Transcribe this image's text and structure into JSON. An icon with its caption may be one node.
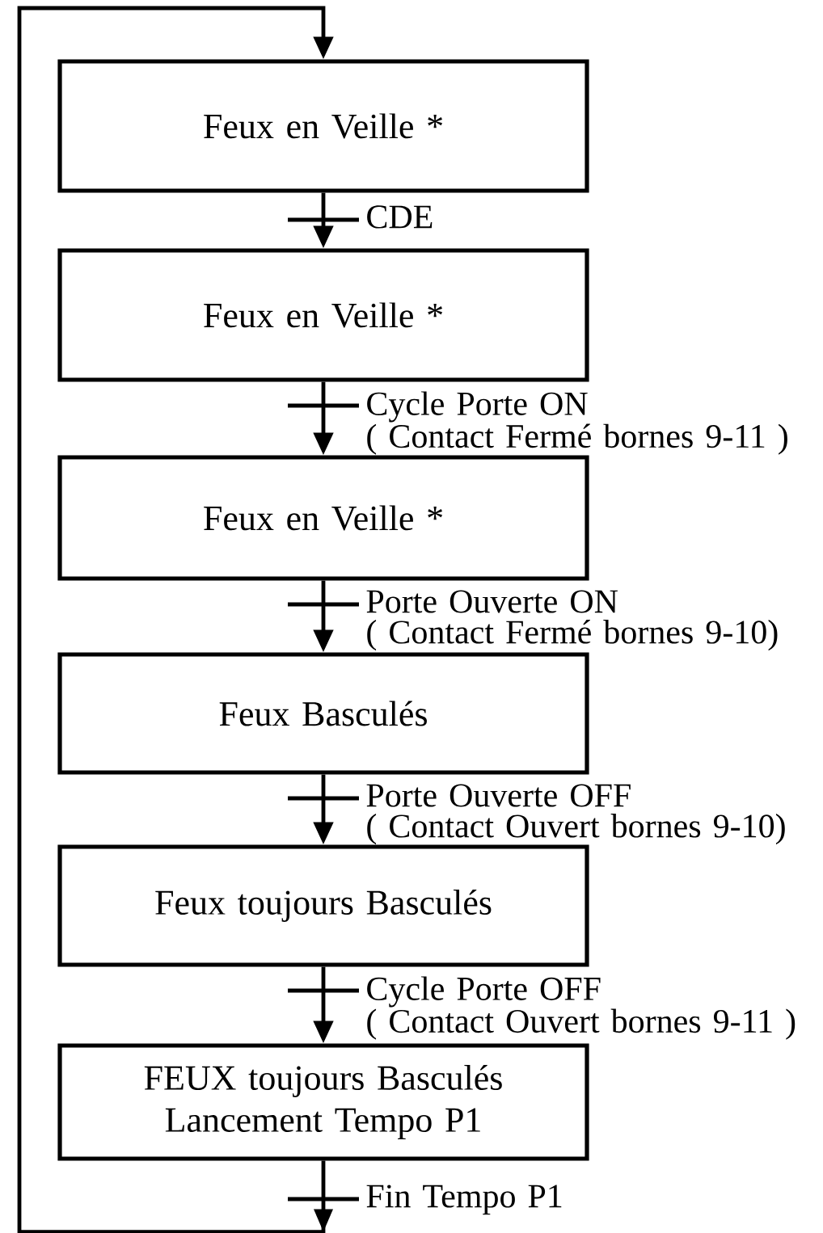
{
  "diagram": {
    "nodes": [
      {
        "text": [
          "Feux en Veille *"
        ]
      },
      {
        "text": [
          "Feux en Veille *"
        ]
      },
      {
        "text": [
          "Feux en Veille *"
        ]
      },
      {
        "text": [
          "Feux Basculés"
        ]
      },
      {
        "text": [
          "Feux toujours Basculés"
        ]
      },
      {
        "text": [
          "FEUX toujours Basculés Lancement Tempo P1"
        ]
      }
    ],
    "edges": [
      {
        "from": 0,
        "to": 1,
        "arrow": "to",
        "label": "CDE"
      },
      {
        "from": 1,
        "to": 2,
        "arrow": "to",
        "label": "Cycle Porte ON ( Contact Fermé bornes 9-11 )"
      },
      {
        "from": 2,
        "to": 3,
        "arrow": "to",
        "label": "Porte Ouverte ON ( Contact Fermé bornes 9-10)"
      },
      {
        "from": 3,
        "to": 4,
        "arrow": "to",
        "label": "Porte Ouverte OFF ( Contact Ouvert bornes 9-10)"
      },
      {
        "from": 4,
        "to": 5,
        "arrow": "to",
        "label": "Cycle Porte OFF ( Contact Ouvert bornes 9-11 )"
      },
      {
        "from": 5,
        "to": 0,
        "arrow": "to",
        "label": "Fin Tempo P1"
      }
    ]
  }
}
